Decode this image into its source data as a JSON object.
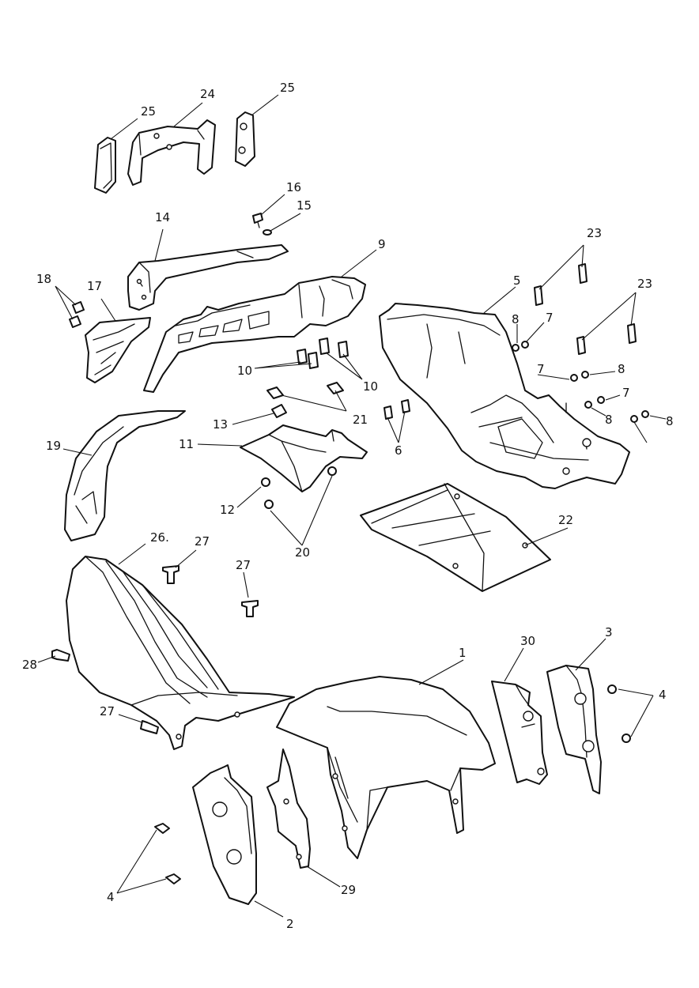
{
  "labels": [
    "1",
    "2",
    "3",
    "4",
    "4",
    "5",
    "6",
    "7",
    "7",
    "7",
    "8",
    "8",
    "8",
    "8",
    "9",
    "10",
    "10",
    "11",
    "12",
    "13",
    "14",
    "15",
    "16",
    "17",
    "18",
    "19",
    "20",
    "21",
    "22",
    "23",
    "23",
    "24",
    "25",
    "25",
    "26.",
    "27",
    "27",
    "27",
    "28",
    "29",
    "30"
  ],
  "colors": {
    "line": "#111111",
    "background": "#ffffff"
  }
}
